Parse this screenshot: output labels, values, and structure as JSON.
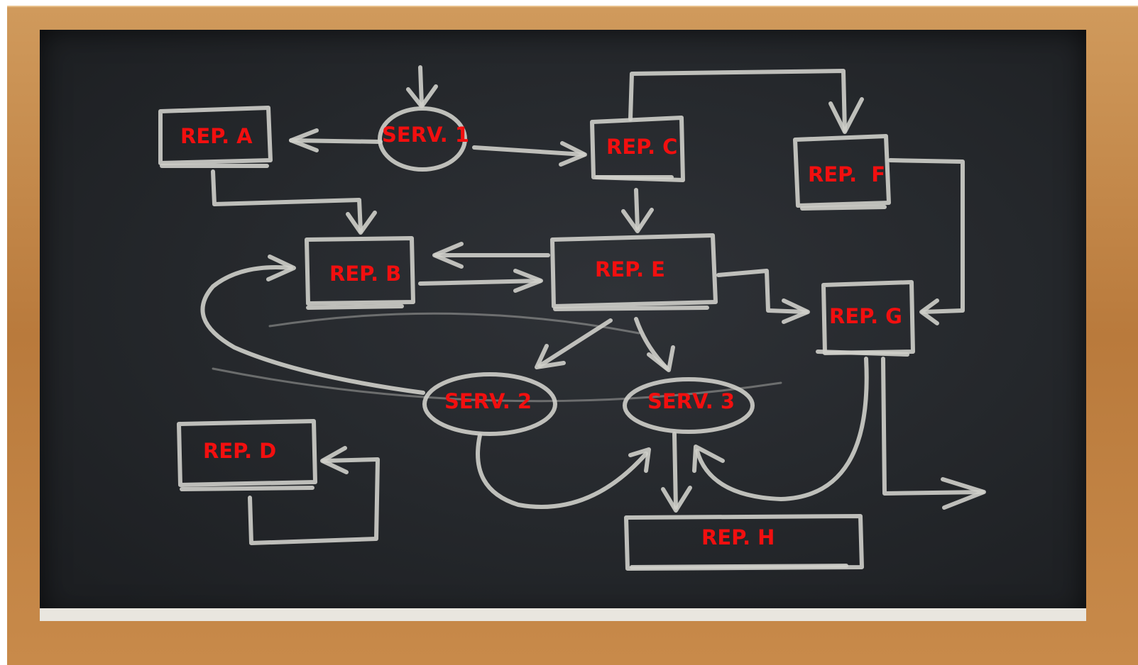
{
  "colors": {
    "label": "#f20f0f",
    "chalk": "#cfcfca",
    "board": "#26292d",
    "frame": "#c0823f"
  },
  "nodes": {
    "serv1": "SERV. 1",
    "rep_a": "REP. A",
    "rep_b": "REP. B",
    "rep_c": "REP. C",
    "rep_d": "REP. D",
    "rep_e": "REP. E",
    "rep_f": "REP.  F",
    "rep_g": "REP. G",
    "rep_h": "REP. H",
    "serv2": "SERV. 2",
    "serv3": "SERV. 3"
  },
  "edges": [
    {
      "from": "SERV. 1",
      "to": "REP. A"
    },
    {
      "from": "SERV. 1",
      "to": "REP. C"
    },
    {
      "from": "REP. A",
      "to": "REP. B"
    },
    {
      "from": "REP. B",
      "to": "REP. E"
    },
    {
      "from": "REP. E",
      "to": "REP. B"
    },
    {
      "from": "REP. C",
      "to": "REP. E"
    },
    {
      "from": "REP. C",
      "to": "REP.  F"
    },
    {
      "from": "REP.  F",
      "to": "REP. G"
    },
    {
      "from": "REP. E",
      "to": "REP. G"
    },
    {
      "from": "REP. E",
      "to": "SERV. 2"
    },
    {
      "from": "REP. E",
      "to": "SERV. 3"
    },
    {
      "from": "SERV. 2",
      "to": "REP. B"
    },
    {
      "from": "SERV. 2",
      "to": "SERV. 3"
    },
    {
      "from": "SERV. 3",
      "to": "REP. H"
    },
    {
      "from": "REP. G",
      "to": "SERV. 3"
    },
    {
      "from": "REP. D",
      "to": "REP. D"
    }
  ]
}
